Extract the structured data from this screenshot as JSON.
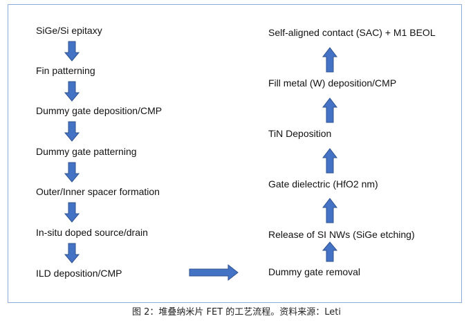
{
  "left_steps": [
    "SiGe/Si epitaxy",
    "Fin patterning",
    "Dummy gate deposition/CMP",
    "Dummy gate patterning",
    "Outer/Inner spacer formation",
    "In-situ doped source/drain",
    "ILD deposition/CMP"
  ],
  "right_steps": [
    "Dummy gate removal",
    "Release of SI NWs (SiGe etching)",
    "Gate dielectric (HfO2 nm)",
    "TiN Deposition",
    "Fill metal (W) deposition/CMP",
    "Self-aligned contact (SAC) + M1 BEOL"
  ],
  "caption": "图 2：堆叠纳米片 FET 的工艺流程。资料来源：Leti",
  "colors": {
    "arrow_fill": "#4472c4",
    "arrow_stroke": "#2f528f",
    "frame_border": "#8ea9db"
  }
}
